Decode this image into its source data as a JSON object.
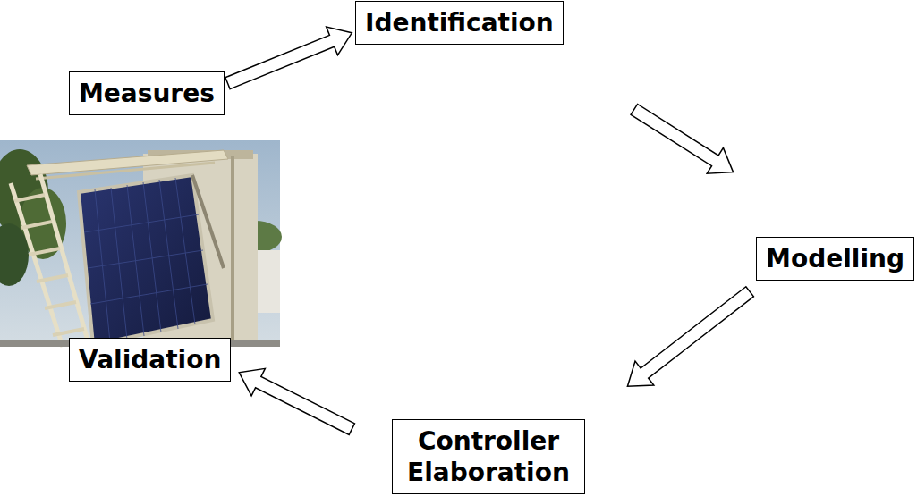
{
  "diagram": {
    "nodes": [
      {
        "text": [
          "Measures"
        ]
      },
      {
        "text": [
          "Identification"
        ]
      },
      {
        "text": [
          "Modelling"
        ]
      },
      {
        "text": [
          "Controller Elaboration"
        ]
      },
      {
        "text": [
          "Validation"
        ]
      }
    ],
    "edges": [
      {
        "from": 0,
        "to": 1,
        "arrow": "to"
      },
      {
        "from": 1,
        "to": 2,
        "arrow": "to"
      },
      {
        "from": 2,
        "to": 3,
        "arrow": "to"
      },
      {
        "from": 3,
        "to": 4,
        "arrow": "to"
      }
    ]
  }
}
